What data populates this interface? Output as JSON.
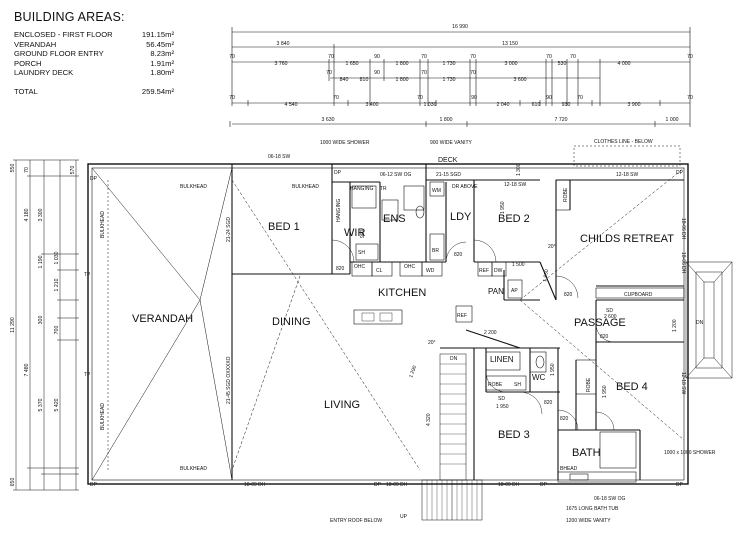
{
  "building_areas": {
    "title": "BUILDING AREAS:",
    "rows": [
      {
        "label": "ENCLOSED - FIRST FLOOR",
        "value": "191.15m²"
      },
      {
        "label": "VERANDAH",
        "value": "56.45m²"
      },
      {
        "label": "GROUND FLOOR ENTRY",
        "value": "8.23m²"
      },
      {
        "label": "PORCH",
        "value": "1.91m²"
      },
      {
        "label": "LAUNDRY DECK",
        "value": "1.80m²"
      }
    ],
    "total": {
      "label": "TOTAL",
      "value": "259.54m²"
    }
  },
  "rooms": {
    "verandah": "VERANDAH",
    "bed1": "BED 1",
    "wir": "WIR",
    "ens": "ENS",
    "ldy": "LDY",
    "bed2": "BED 2",
    "childs_retreat": "CHILDS RETREAT",
    "kitchen": "KITCHEN",
    "dining": "DINING",
    "pan": "PAN",
    "passage": "PASSAGE",
    "living": "LIVING",
    "linen": "LINEN",
    "wc": "WC",
    "bed3": "BED 3",
    "bed4": "BED 4",
    "bath": "BATH",
    "deck": "DECK"
  },
  "top_dims": {
    "row1": {
      "total": "16 990"
    },
    "row2": {
      "a": "3 840",
      "b": "13 150"
    },
    "row3": [
      "70",
      "3 760",
      "70",
      "1 650",
      "90",
      "1 800",
      "70",
      "1 730",
      "70",
      "3 000",
      "70",
      "530",
      "70",
      "4 000",
      "70"
    ],
    "row4": [
      "70",
      "840",
      "810",
      "90",
      "1 800",
      "70",
      "1 730",
      "70",
      "3 600"
    ],
    "row5": [
      "70",
      "4 540",
      "70",
      "3 400",
      "70",
      "1 030",
      "90",
      "2 040",
      "610",
      "90",
      "930",
      "70",
      "3 900",
      "70"
    ],
    "row6": [
      "3 630",
      "1 800",
      "7 720",
      "1 000"
    ]
  },
  "left_dims": {
    "outer": "11 290",
    "a": "4 180",
    "b": "7 480",
    "c": "3 300",
    "d": "1 210",
    "e": "1 190",
    "f": "5 370",
    "g": "5 420",
    "h": "70",
    "i": "300",
    "j": "700",
    "k": "1 030",
    "l": "570",
    "m": "550",
    "n": "650"
  },
  "notes": {
    "shower_1000": "1000 WIDE SHOWER",
    "vanity_900": "900 WIDE VANITY",
    "clothes_line": "CLOTHES LINE - BELOW",
    "entry_roof": "ENTRY ROOF BELOW",
    "shower_1000x1000": "1000 x 1000 SHOWER",
    "bath_tub": "1675 LONG BATH TUB",
    "vanity_1200": "1200 WIDE VANITY",
    "bulkhead": "BULKHEAD",
    "dp": "DP",
    "tp": "TP",
    "dn": "DN",
    "up": "UP",
    "sw_0618": "06-18 SW",
    "sw_1218": "12-18 SW",
    "sw_og": "06-12 SW OG",
    "sgd_2115": "21-15 SGD",
    "dh_1809": "18-09 DH",
    "dh_1806": "18-06 DH",
    "sw_og_0618": "06-18 SW OG",
    "sgd_2124": "21-24 SGD",
    "sgd_2145": "21-45 SGD OXXXXO",
    "dr_above": "DR ABOVE",
    "hanging": "HANGING",
    "tr": "TR",
    "wm": "WM",
    "br": "BR",
    "sh": "SH",
    "ohc": "OHC",
    "cl": "CL",
    "wd": "WD",
    "ref": "REF",
    "dw": "DW",
    "ap": "AP",
    "robe": "ROBE",
    "cupboard": "CUPBOARD",
    "bhead": "BHEAD",
    "sd": "SD",
    "sd_1950": "1 950",
    "sd_2600": "2 600",
    "d820": "820",
    "d1500": "1 500",
    "d2200": "2 200",
    "d4320": "4 320",
    "d1290": "1 290",
    "d1950": "1 950",
    "d1300": "1 300",
    "d1200": "1 200",
    "d900": "900",
    "deg20": "20°"
  }
}
